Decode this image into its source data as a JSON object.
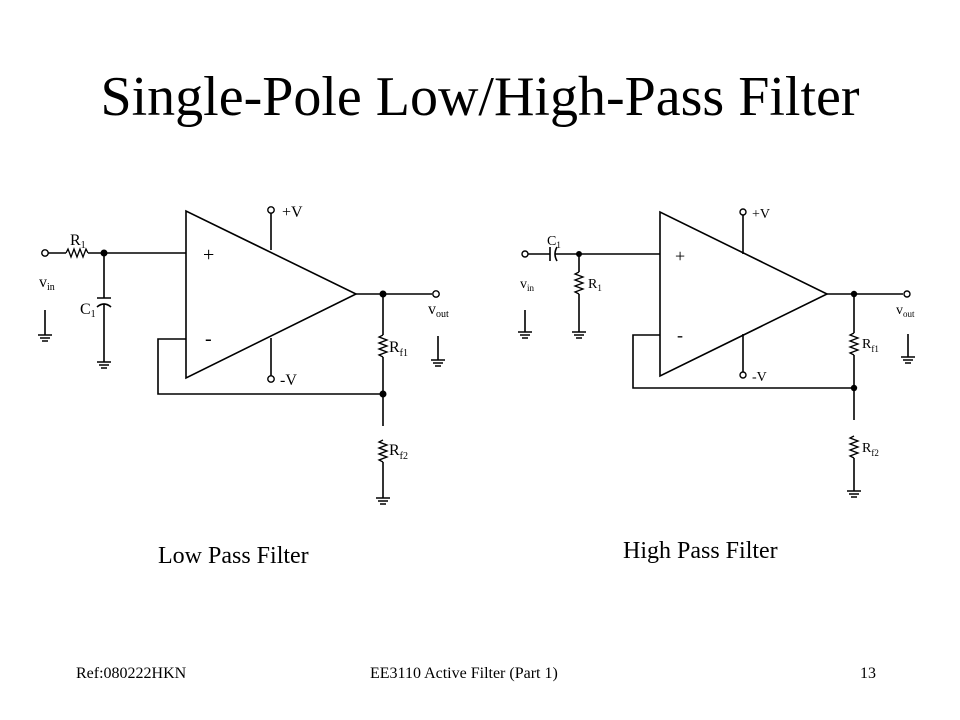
{
  "slide": {
    "title": "Single-Pole Low/High-Pass Filter",
    "footer_ref": "Ref:080222HKN",
    "footer_course": "EE3110 Active Filter (Part 1)",
    "footer_page": "13"
  },
  "low_pass": {
    "caption": "Low Pass Filter",
    "vin": "v",
    "vin_sub": "in",
    "r1": "R",
    "r1_sub": "1",
    "c1": "C",
    "c1_sub": "1",
    "plus": "+",
    "minus": "-",
    "vpos": "+V",
    "vneg": "-V",
    "vout": "v",
    "vout_sub": "out",
    "rf1": "R",
    "rf1_sub": "f1",
    "rf2": "R",
    "rf2_sub": "f2"
  },
  "high_pass": {
    "caption": "High Pass Filter",
    "vin": "v",
    "vin_sub": "in",
    "c1": "C",
    "c1_sub": "1",
    "r1": "R",
    "r1_sub": "1",
    "plus": "+",
    "minus": "-",
    "vpos": "+V",
    "vneg": "-V",
    "vout": "v",
    "vout_sub": "out",
    "rf1": "R",
    "rf1_sub": "f1",
    "rf2": "R",
    "rf2_sub": "f2"
  }
}
